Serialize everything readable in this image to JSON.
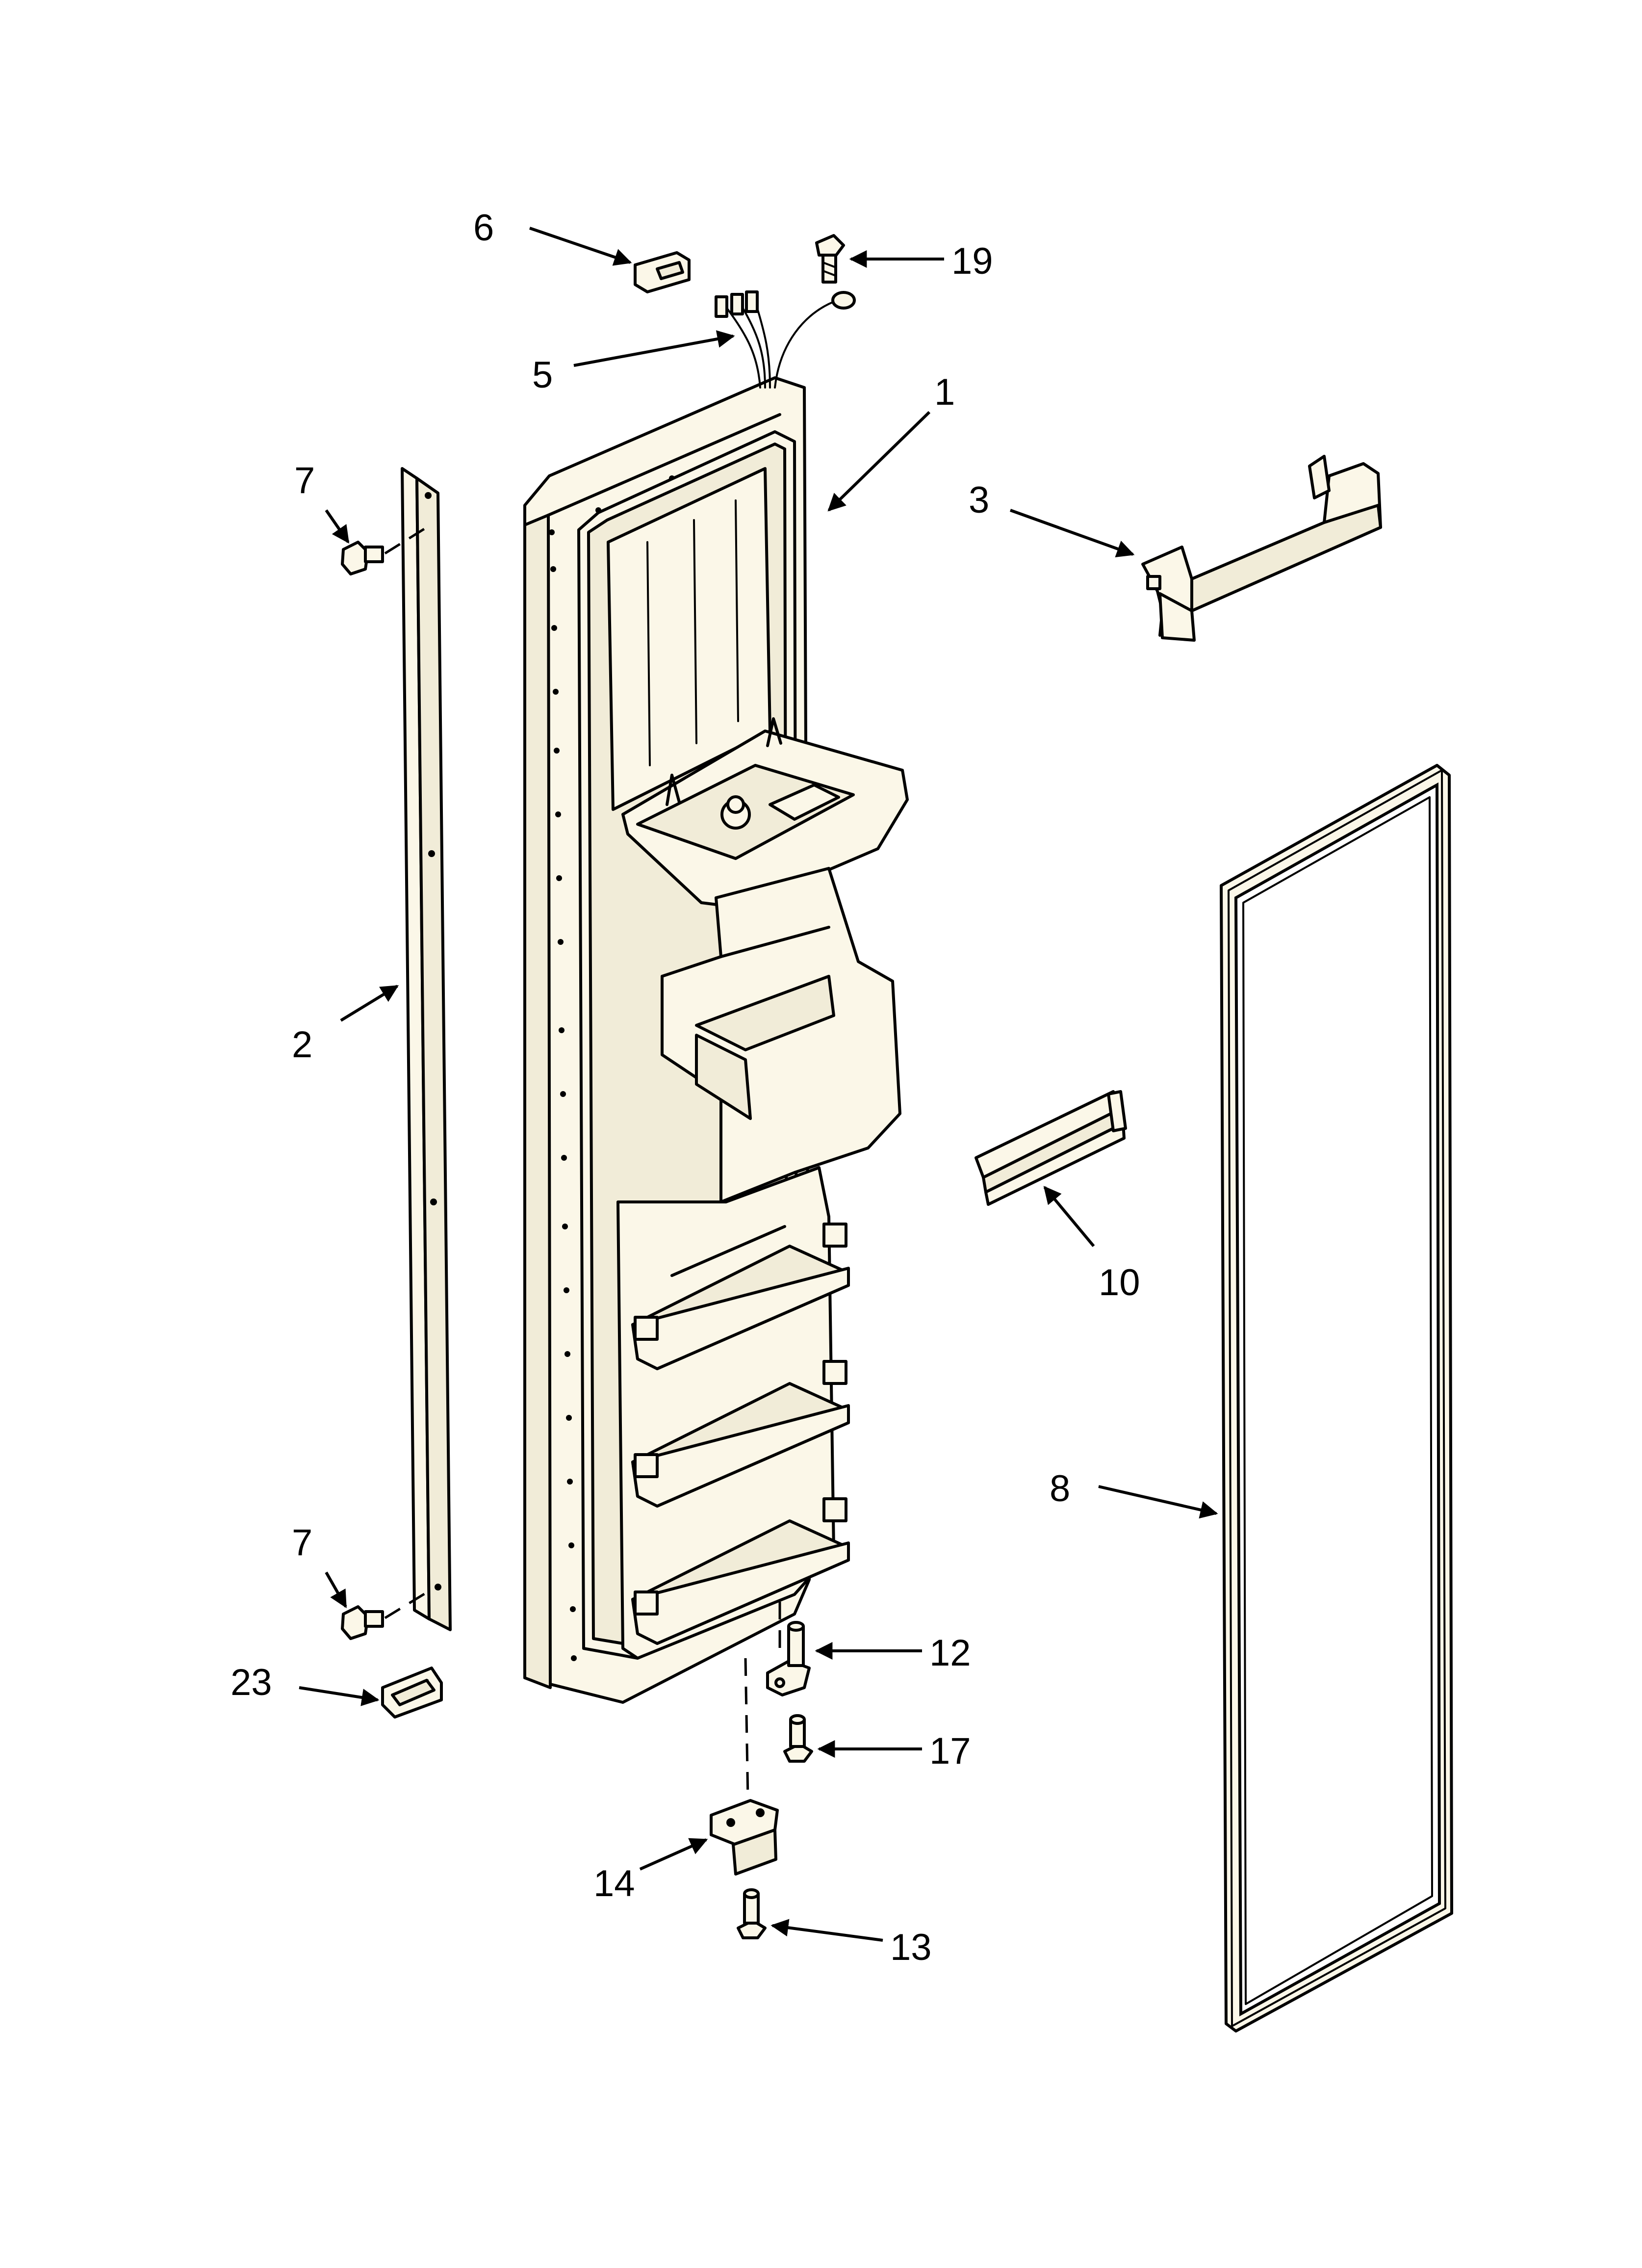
{
  "callouts": [
    {
      "id": "6",
      "text": "6"
    },
    {
      "id": "19",
      "text": "19"
    },
    {
      "id": "5",
      "text": "5"
    },
    {
      "id": "1",
      "text": "1"
    },
    {
      "id": "7a",
      "text": "7"
    },
    {
      "id": "3",
      "text": "3"
    },
    {
      "id": "2",
      "text": "2"
    },
    {
      "id": "10",
      "text": "10"
    },
    {
      "id": "8",
      "text": "8"
    },
    {
      "id": "7b",
      "text": "7"
    },
    {
      "id": "12",
      "text": "12"
    },
    {
      "id": "23",
      "text": "23"
    },
    {
      "id": "17",
      "text": "17"
    },
    {
      "id": "14",
      "text": "14"
    },
    {
      "id": "13",
      "text": "13"
    }
  ]
}
